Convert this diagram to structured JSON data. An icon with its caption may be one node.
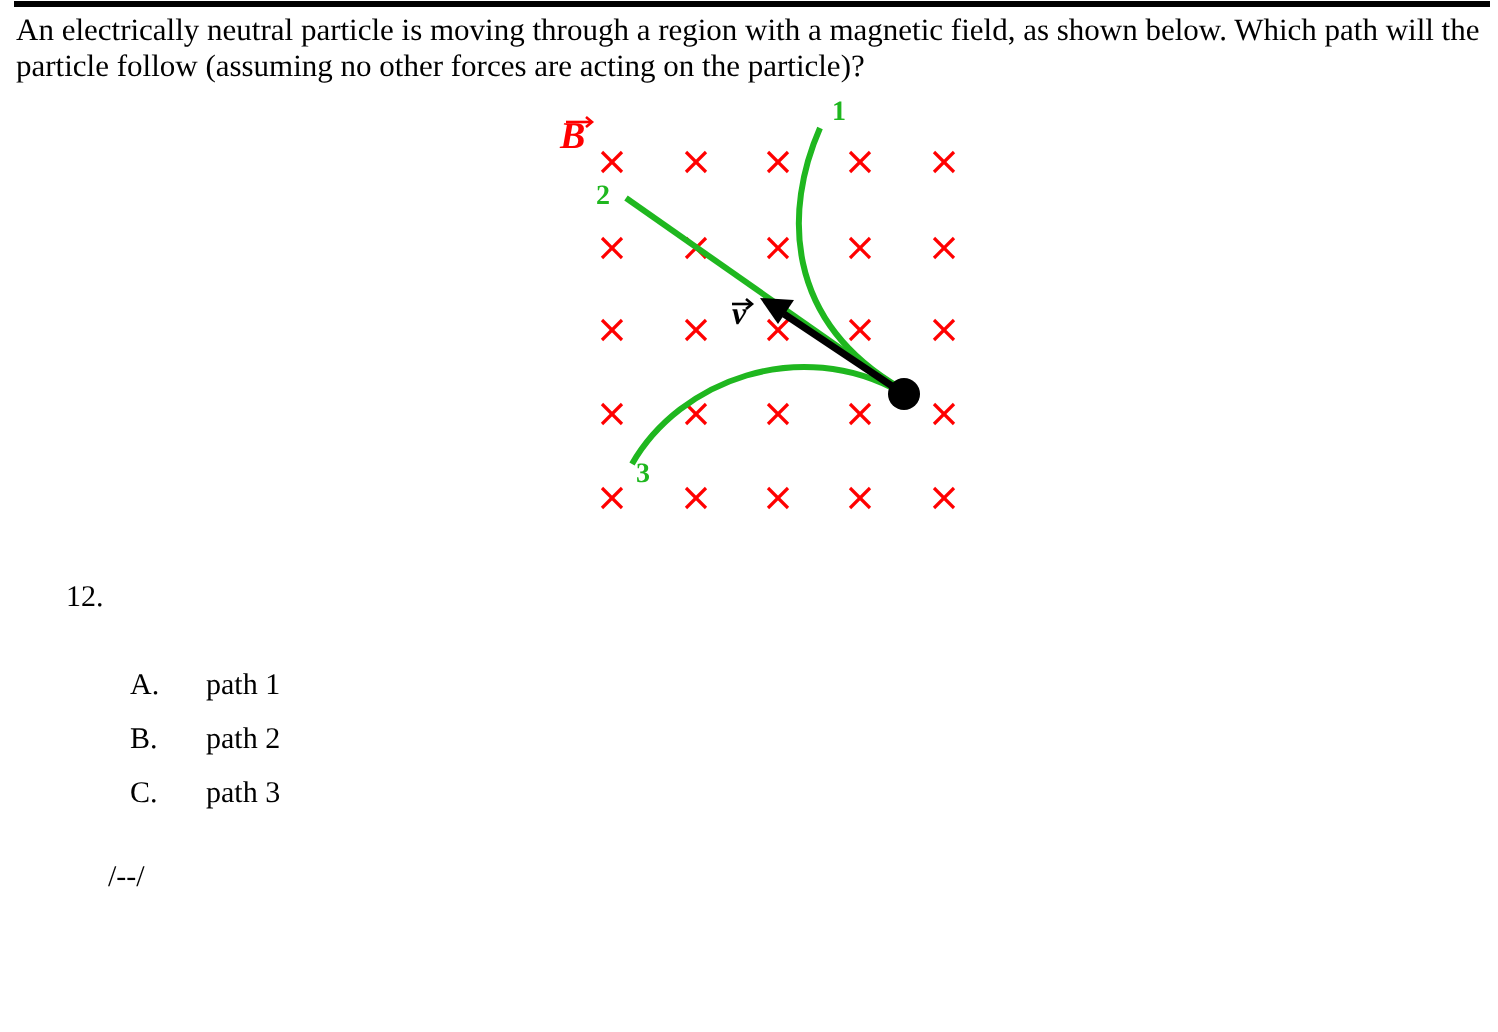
{
  "diagram": {
    "labels": [
      "An electrically neutral particle is moving through a region with a magnetic field, as shown below. Which path will the particle follow (assuming no other forces are acting on the particle)?",
      "B",
      "1",
      "2",
      "v",
      "3",
      "12.",
      "A.",
      "path 1",
      "B.",
      "path 2",
      "C.",
      "path 3",
      "/--/"
    ]
  }
}
